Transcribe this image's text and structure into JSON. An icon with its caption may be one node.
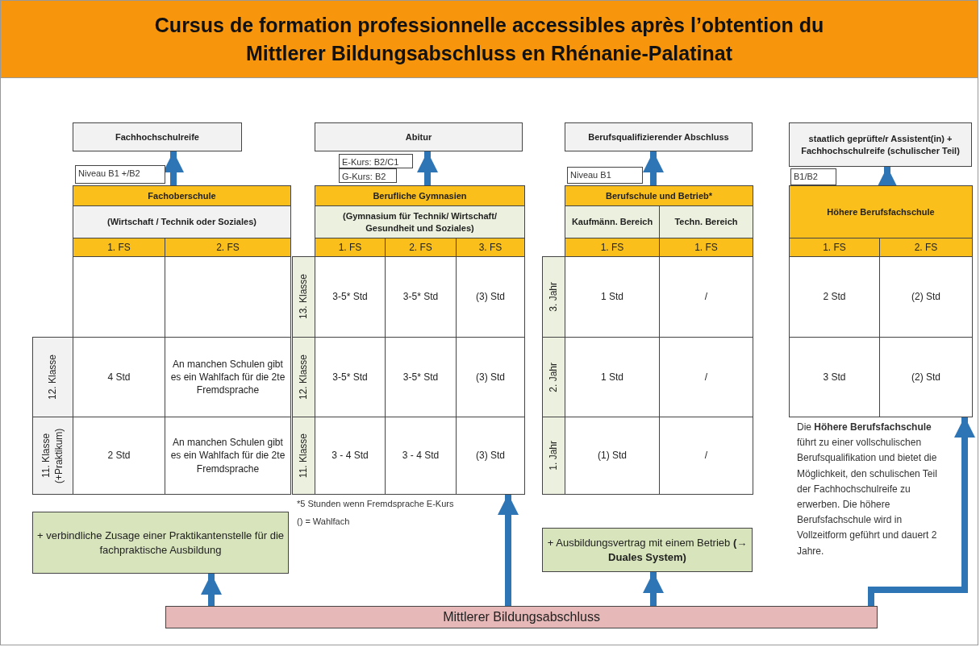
{
  "diagram": {
    "title": "Cursus de formation professionnelle accessibles après l’obtention du Mittlerer Bildungsabschluss en Rhénanie-Palatinat",
    "nodes": [
      {
        "text": [
          "Fachhochschulreife"
        ]
      },
      {
        "text": [
          "Abitur"
        ]
      },
      {
        "text": [
          "Berufsqualifizierender Abschluss"
        ]
      },
      {
        "text": [
          "staatlich geprüfte/r Assistent(in) + Fachhochschulreife (schulischer Teil)"
        ]
      },
      {
        "text": [
          "Fachoberschule",
          "(Wirtschaft / Technik oder Soziales)"
        ]
      },
      {
        "text": [
          "Berufliche Gymnasien",
          "(Gymnasium für Technik/ Wirtschaft/ Gesundheit und Soziales)"
        ]
      },
      {
        "text": [
          "Berufschule und Betrieb*"
        ]
      },
      {
        "text": [
          "Höhere Berufsfachschule"
        ],
        "beside": [
          "Die **Höhere Berufsfachschule** führt zu einer vollschulischen Berufsqualifikation und bietet die Möglichkeit, den schulischen Teil der Fachhochschulreife zu erwerben. Die höhere Berufsfachschule wird in Vollzeitform geführt und dauert 2 Jahre."
        ]
      },
      {
        "text": [
          "+ verbindliche Zusage einer Praktikantenstelle für die fachpraktische Ausbildung"
        ]
      },
      {
        "text": [
          "+ Ausbildungsvertrag mit einem Betrieb **(→ Duales System)**"
        ]
      },
      {
        "text": [
          "Mittlerer Bildungsabschluss"
        ]
      }
    ],
    "edges": [
      {
        "from": 4,
        "to": 0,
        "arrow": "to"
      },
      {
        "from": 5,
        "to": 1,
        "arrow": "to"
      },
      {
        "from": 6,
        "to": 2,
        "arrow": "to"
      },
      {
        "from": 7,
        "to": 3,
        "arrow": "to"
      },
      {
        "from": 10,
        "to": 8,
        "arrow": "to"
      },
      {
        "from": 10,
        "to": 5,
        "arrow": "to"
      },
      {
        "from": 10,
        "to": 9,
        "arrow": "to"
      },
      {
        "from": 10,
        "to": 7,
        "arrow": "to"
      }
    ],
    "labels": [
      "Niveau B1 +/B2",
      "1. FS",
      "2. FS",
      "12. Klasse",
      "4 Std",
      "An manchen Schulen gibt es ein Wahlfach für die 2te Fremdsprache",
      "11. Klasse (+Praktikum)",
      "2 Std",
      "An manchen Schulen gibt es ein Wahlfach für die 2te Fremdsprache",
      "E-Kurs: B2/C1",
      "G-Kurs: B2",
      "1. FS",
      "2. FS",
      "3. FS",
      "13. Klasse",
      "3-5* Std",
      "3-5* Std",
      "(3) Std",
      "12. Klasse",
      "3-5* Std",
      "3-5* Std",
      "(3) Std",
      "11. Klasse",
      "3 - 4 Std",
      "3 - 4 Std",
      "(3) Std",
      "*5 Stunden wenn Fremdsprache E-Kurs",
      "() = Wahlfach",
      "Niveau B1",
      "Kaufmänn. Bereich",
      "Techn. Bereich",
      "1. FS",
      "1. FS",
      "3. Jahr",
      "1 Std",
      "/",
      "2. Jahr",
      "1 Std",
      "/",
      "1. Jahr",
      "(1) Std",
      "/",
      "B1/B2",
      "1. FS",
      "2. FS",
      "2 Std",
      "(2) Std",
      "3 Std",
      "(2) Std"
    ]
  }
}
